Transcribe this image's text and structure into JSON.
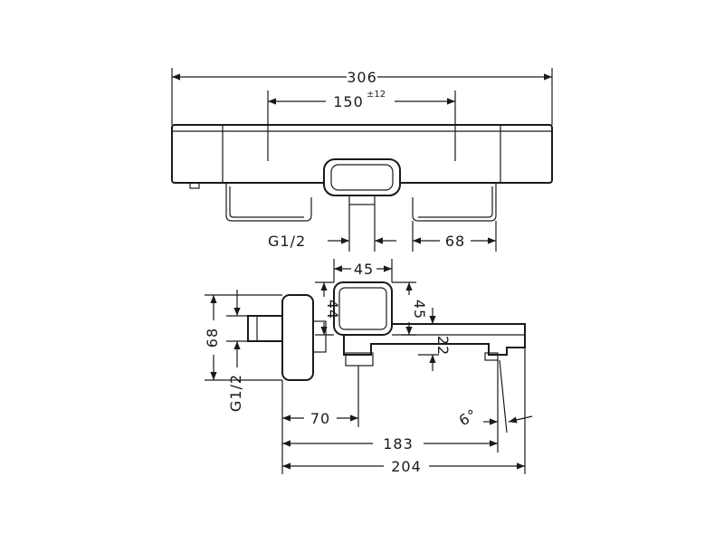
{
  "dimensions": {
    "overall_width": "306",
    "connection_spacing": "150",
    "connection_tolerance": "±12",
    "thread_top": "G1/2",
    "body_depth_top": "68",
    "spout_width": "45",
    "spout_height": "44",
    "spout_height_2": "45",
    "outlet_height": "22",
    "body_height_side": "68",
    "thread_side": "G1/2",
    "wall_to_spout": "70",
    "spout_angle": "6°",
    "reach": "183",
    "total_depth": "204"
  },
  "colors": {
    "line": "#1a1a1a",
    "background": "#ffffff"
  }
}
